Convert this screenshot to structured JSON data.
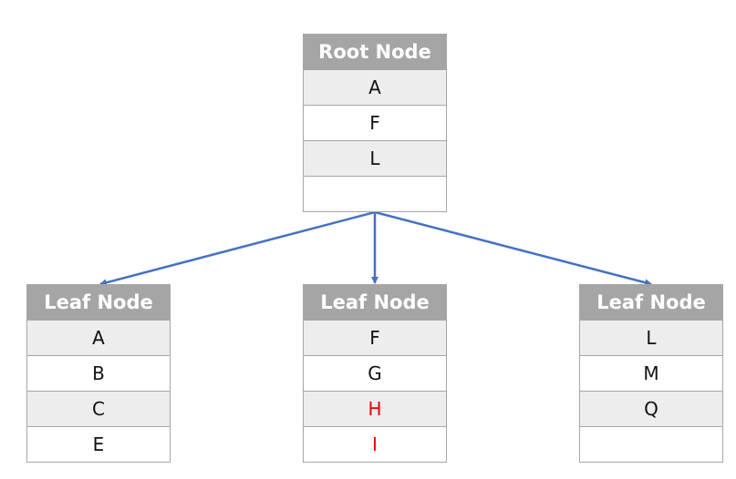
{
  "root": {
    "title": "Root Node",
    "keys": [
      "A",
      "F",
      "L",
      ""
    ]
  },
  "leaves": [
    {
      "title": "Leaf Node",
      "keys": [
        "A",
        "B",
        "C",
        "E"
      ],
      "highlighted": []
    },
    {
      "title": "Leaf Node",
      "keys": [
        "F",
        "G",
        "H",
        "I"
      ],
      "highlighted": [
        "H",
        "I"
      ]
    },
    {
      "title": "Leaf Node",
      "keys": [
        "L",
        "M",
        "Q",
        ""
      ],
      "highlighted": []
    }
  ],
  "colors": {
    "header_fill": "#a5a5a5",
    "header_text": "#ffffff",
    "row_shade": "#ededed",
    "border": "#a6a6a6",
    "edge": "#4472c4",
    "highlight_text": "#ee0000"
  }
}
